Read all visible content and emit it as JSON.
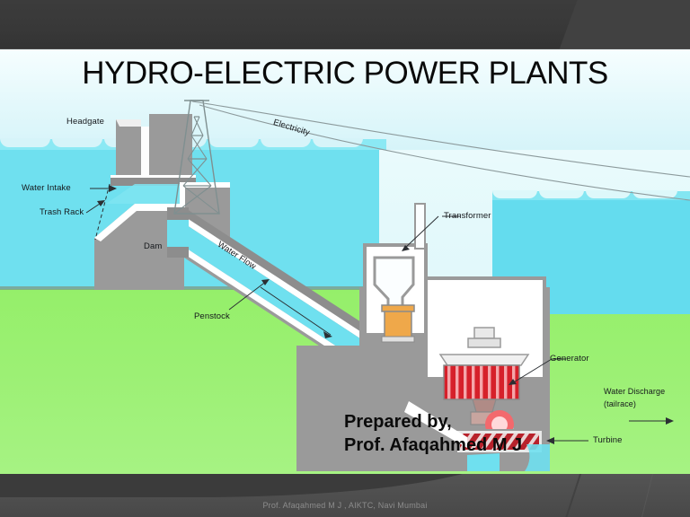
{
  "slide": {
    "title": "HYDRO-ELECTRIC POWER PLANTS",
    "footer": "Prof. Afaqahmed M J , AIKTC, Navi Mumbai",
    "prepared_by_line1": "Prepared by,",
    "prepared_by_line2": "Prof. Afaqahmed M J"
  },
  "diagram": {
    "labels": {
      "headgate": "Headgate",
      "water_intake": "Water Intake",
      "trash_rack": "Trash Rack",
      "dam": "Dam",
      "penstock": "Penstock",
      "water_flow": "Water Flow",
      "electricity": "Electricity",
      "transformer": "Transformer",
      "generator": "Generator",
      "turbine": "Turbine",
      "water_discharge_line1": "Water Discharge",
      "water_discharge_line2": "(tailrace)"
    }
  },
  "colors": {
    "band_dark": "#3a3a3a",
    "band_bottom": "#4e4e4e",
    "sky": "#e3f8fb",
    "water": "#6fe0ef",
    "grass": "#9cf074",
    "concrete": "#9a9a9a",
    "generator_red": "#d6202a",
    "transformer_orange": "#efa84a",
    "title_text": "#0a0a0a",
    "footer_text": "#8c8c8c"
  }
}
